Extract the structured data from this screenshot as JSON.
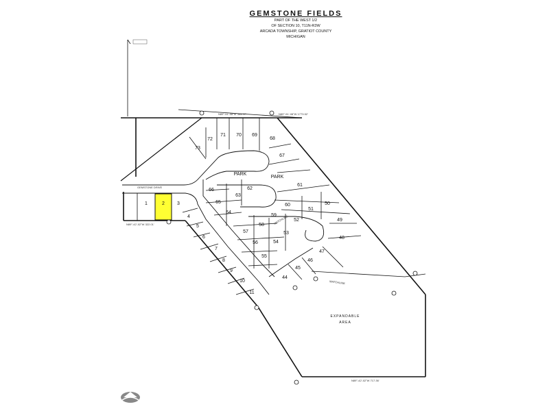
{
  "title": "GEMSTONE FIELDS",
  "subtitle_lines": [
    "PART OF THE WEST 1/2",
    "OF SECTION 10, T11N-R3W",
    "ARCADA TOWNSHIP, GRATIOT COUNTY",
    "MICHIGAN"
  ],
  "labels": {
    "park_1": "PARK",
    "park_2": "PARK",
    "expandable_1": "EXPANDABLE",
    "expandable_2": "AREA",
    "matchline_1": "MATCHLINE",
    "matchline_2": "MATCHLINE",
    "gemstone_drive": "GEMSTONE DRIVE",
    "bearing_top": "N89°-51'-08\"W 363.77'",
    "bearing_left": "N89°-42'-02\"W 322.01'",
    "bearing_bottom": "N89°-42'-02\"W 717.36'",
    "bearing_right": "N89°-51'-08\"W 1773.52'"
  },
  "highlight_color": "#ffff33",
  "highlighted_lot": "2",
  "lots": [
    "1",
    "2",
    "3",
    "4",
    "5",
    "6",
    "7",
    "8",
    "9",
    "10",
    "11",
    "44",
    "45",
    "46",
    "47",
    "48",
    "49",
    "50",
    "51",
    "52",
    "53",
    "54",
    "55",
    "56",
    "57",
    "58",
    "59",
    "60",
    "61",
    "62",
    "63",
    "64",
    "65",
    "66",
    "67",
    "68",
    "69",
    "70",
    "71",
    "72",
    "73"
  ],
  "logo": "mls-house-logo-icon"
}
